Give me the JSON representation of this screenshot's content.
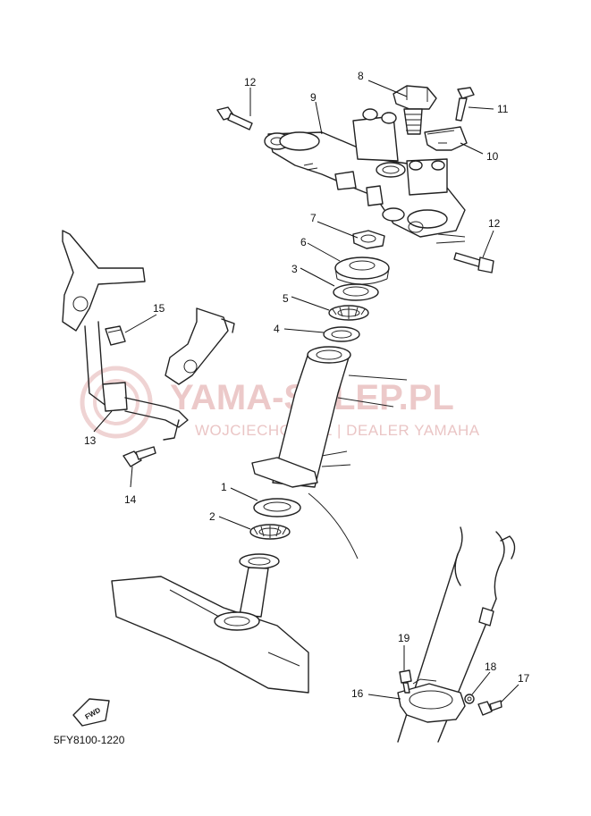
{
  "diagram_code": "5FY8100-1220",
  "watermark": {
    "title": "YAMA-SKLEP.PL",
    "subtitle": "WOJCIECHOWICZ | DEALER YAMAHA",
    "color": "#e6b7b7"
  },
  "fwd_label": "FWD",
  "callouts": {
    "p1": "1",
    "p2": "2",
    "p3": "3",
    "p4": "4",
    "p5": "5",
    "p6": "6",
    "p7": "7",
    "p8": "8",
    "p9": "9",
    "p10": "10",
    "p11": "11",
    "p12a": "12",
    "p12b": "12",
    "p13": "13",
    "p14": "14",
    "p15": "15",
    "p16": "16",
    "p17": "17",
    "p18": "18",
    "p19": "19"
  }
}
